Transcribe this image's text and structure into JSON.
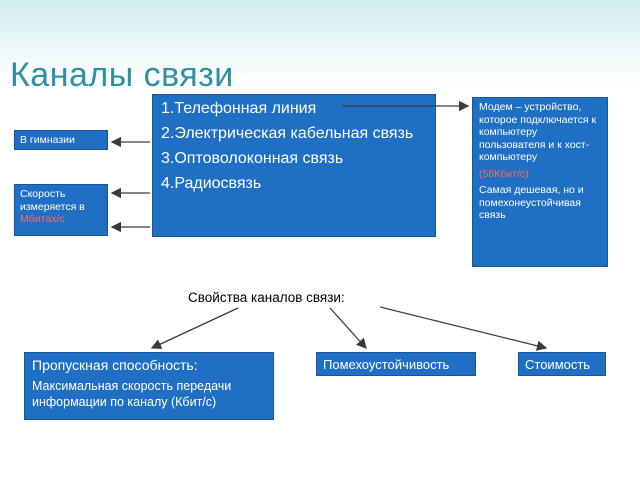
{
  "title": "Каналы связи",
  "main_list": [
    "1.Телефонная линия",
    "2.Электрическая кабельная связь",
    "3.Оптоволоконная связь",
    "4.Радиосвязь"
  ],
  "gymnasium_box": {
    "text": "В гимназии"
  },
  "speed_box": {
    "text": "Скорость измеряется в ",
    "unit": "Мбитах/с"
  },
  "modem_box": {
    "description": "Модем – устройство, которое подключается к компьютеру пользователя и к хост-компьютеру",
    "speed": "(56Кбит/с)",
    "note": "Самая дешевая, но и помехонеустойчивая связь"
  },
  "properties_label": "Свойства каналов связи:",
  "bandwidth_box": {
    "heading": "Пропускная способность:",
    "text": "Максимальная скорость передачи информации по каналу (Кбит/с)"
  },
  "noise_box": {
    "text": "Помехоустойчивость"
  },
  "cost_box": {
    "text": "Стоимость"
  },
  "colors": {
    "box": "#1f6fc4",
    "title": "#2f8fa3",
    "accent": "#ff6a5c"
  }
}
